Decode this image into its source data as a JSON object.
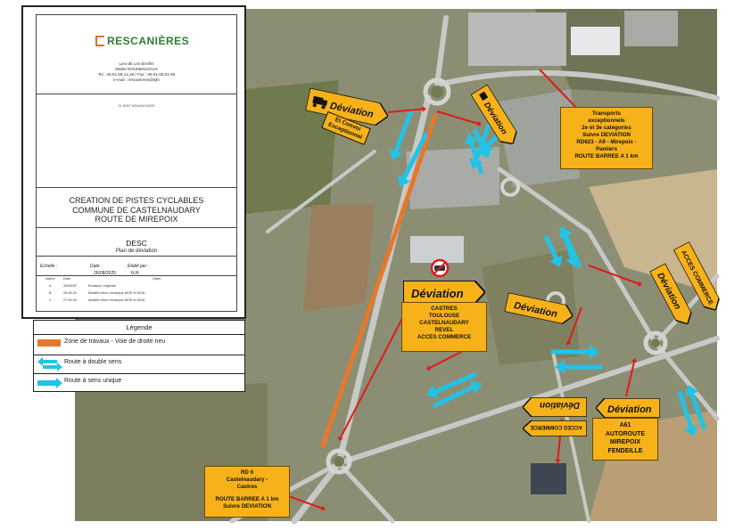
{
  "company": {
    "name": "RESCANIÈRES",
    "addr1": "Lieu-dit Les Breilhs",
    "addr2": "09500 ROUMENGOUX",
    "phone": "Tel : 05.61.68.12.25 / Fax : 05.61.68.01.85",
    "email": "e-mail : rescanieres@sjth"
  },
  "client_label": "CLIENT MANDATAIRE",
  "project": {
    "line1": "CREATION DE PISTES CYCLABLES",
    "line2": "COMMUNE DE CASTELNAUDARY",
    "line3": "ROUTE DE MIREPOIX"
  },
  "doc": {
    "phase": "DESC",
    "title": "Plan de déviation",
    "scale_label": "Echelle :",
    "date_label": "Date :",
    "by_label": "Etabli par :",
    "date_value": "26/08/2025",
    "by_value": "N.N",
    "rev_headers": [
      "Indice",
      "Date",
      "Objet"
    ],
    "revisions": [
      {
        "idx": "A",
        "date": "20/08/25",
        "obj": "Emission originale"
      },
      {
        "idx": "B",
        "date": "26.08.25",
        "obj": "Modifié selon remarque MOE et MOA"
      },
      {
        "idx": "C",
        "date": "27.08.25",
        "obj": "Modifié selon remarque MOE et MOA"
      }
    ]
  },
  "legend": {
    "title": "Légende",
    "items": [
      {
        "label": "Zone de travaux - Voie de droite neu",
        "symbol": "orange-bar",
        "color": "#e8772a"
      },
      {
        "label": "Route à double sens",
        "symbol": "double-arrow",
        "color": "#22c3e6"
      },
      {
        "label": "Route à sens unique",
        "symbol": "single-arrow",
        "color": "#22c3e6"
      }
    ]
  },
  "colors": {
    "works": "#e8772a",
    "route_arrow": "#22c3e6",
    "pointer": "#e01b1b",
    "sign_yellow": "#f7b21a"
  },
  "signs": {
    "deviation": "Déviation",
    "convoy_line1": "Et Convoi",
    "convoy_line2": "Exceptionnel",
    "acces_commerce": "ACCES COMMERCE"
  },
  "callouts": {
    "transports": [
      "Transports",
      "exceptionnels",
      "2e et 3e catégories",
      "Suivre DEVIATION",
      "RD623 - A9 - Mirepoix -",
      "Pamiers",
      "ROUTE BARREE A 1 km"
    ],
    "center": [
      "CASTRES",
      "TOULOUSE",
      "CASTELNAUDARY",
      "REVEL",
      "ACCES COMMERCE"
    ],
    "a61": [
      "A61",
      "AUTOROUTE",
      "MIREPOIX",
      "FENDEILLE"
    ],
    "rd6": [
      "RD 6",
      "Castelnaudary -",
      "Castres",
      "",
      "ROUTE BARREE A 1 km",
      "Suivre DEVIATION"
    ]
  }
}
